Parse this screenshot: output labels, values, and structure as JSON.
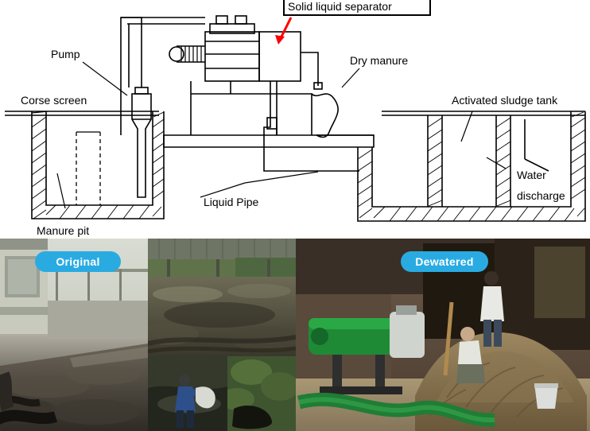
{
  "diagram": {
    "title_callout": "Solid liquid separator",
    "labels": {
      "pump": "Pump",
      "corse_screen": "Corse screen",
      "dry_manure": "Dry  manure",
      "activated_sludge_tank": "Activated sludge tank",
      "water_discharge_line1": "Water",
      "water_discharge_line2": "discharge",
      "liquid_pipe": "Liquid Pipe",
      "manure_pit": "Manure pit"
    },
    "accent_color": "#ff0000",
    "line_color": "#000000"
  },
  "photos": {
    "badges": {
      "original": "Original",
      "dewatered": "Dewatered"
    },
    "badge_color": "#29abe2",
    "items": [
      {
        "name": "original-slurry-lagoon"
      },
      {
        "name": "muddy-yard"
      },
      {
        "name": "worker-washing-slurry"
      },
      {
        "name": "dewatered-manure-pile"
      }
    ]
  }
}
